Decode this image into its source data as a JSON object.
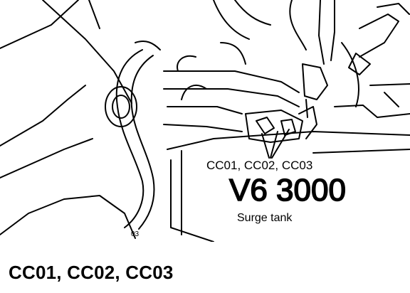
{
  "diagram": {
    "callout_connectors": "CC01, CC02, CC03",
    "label_surge_tank": "Surge tank",
    "engine_marking": "V6 3000",
    "small_mark": "03"
  },
  "caption": "CC01, CC02, CC03"
}
